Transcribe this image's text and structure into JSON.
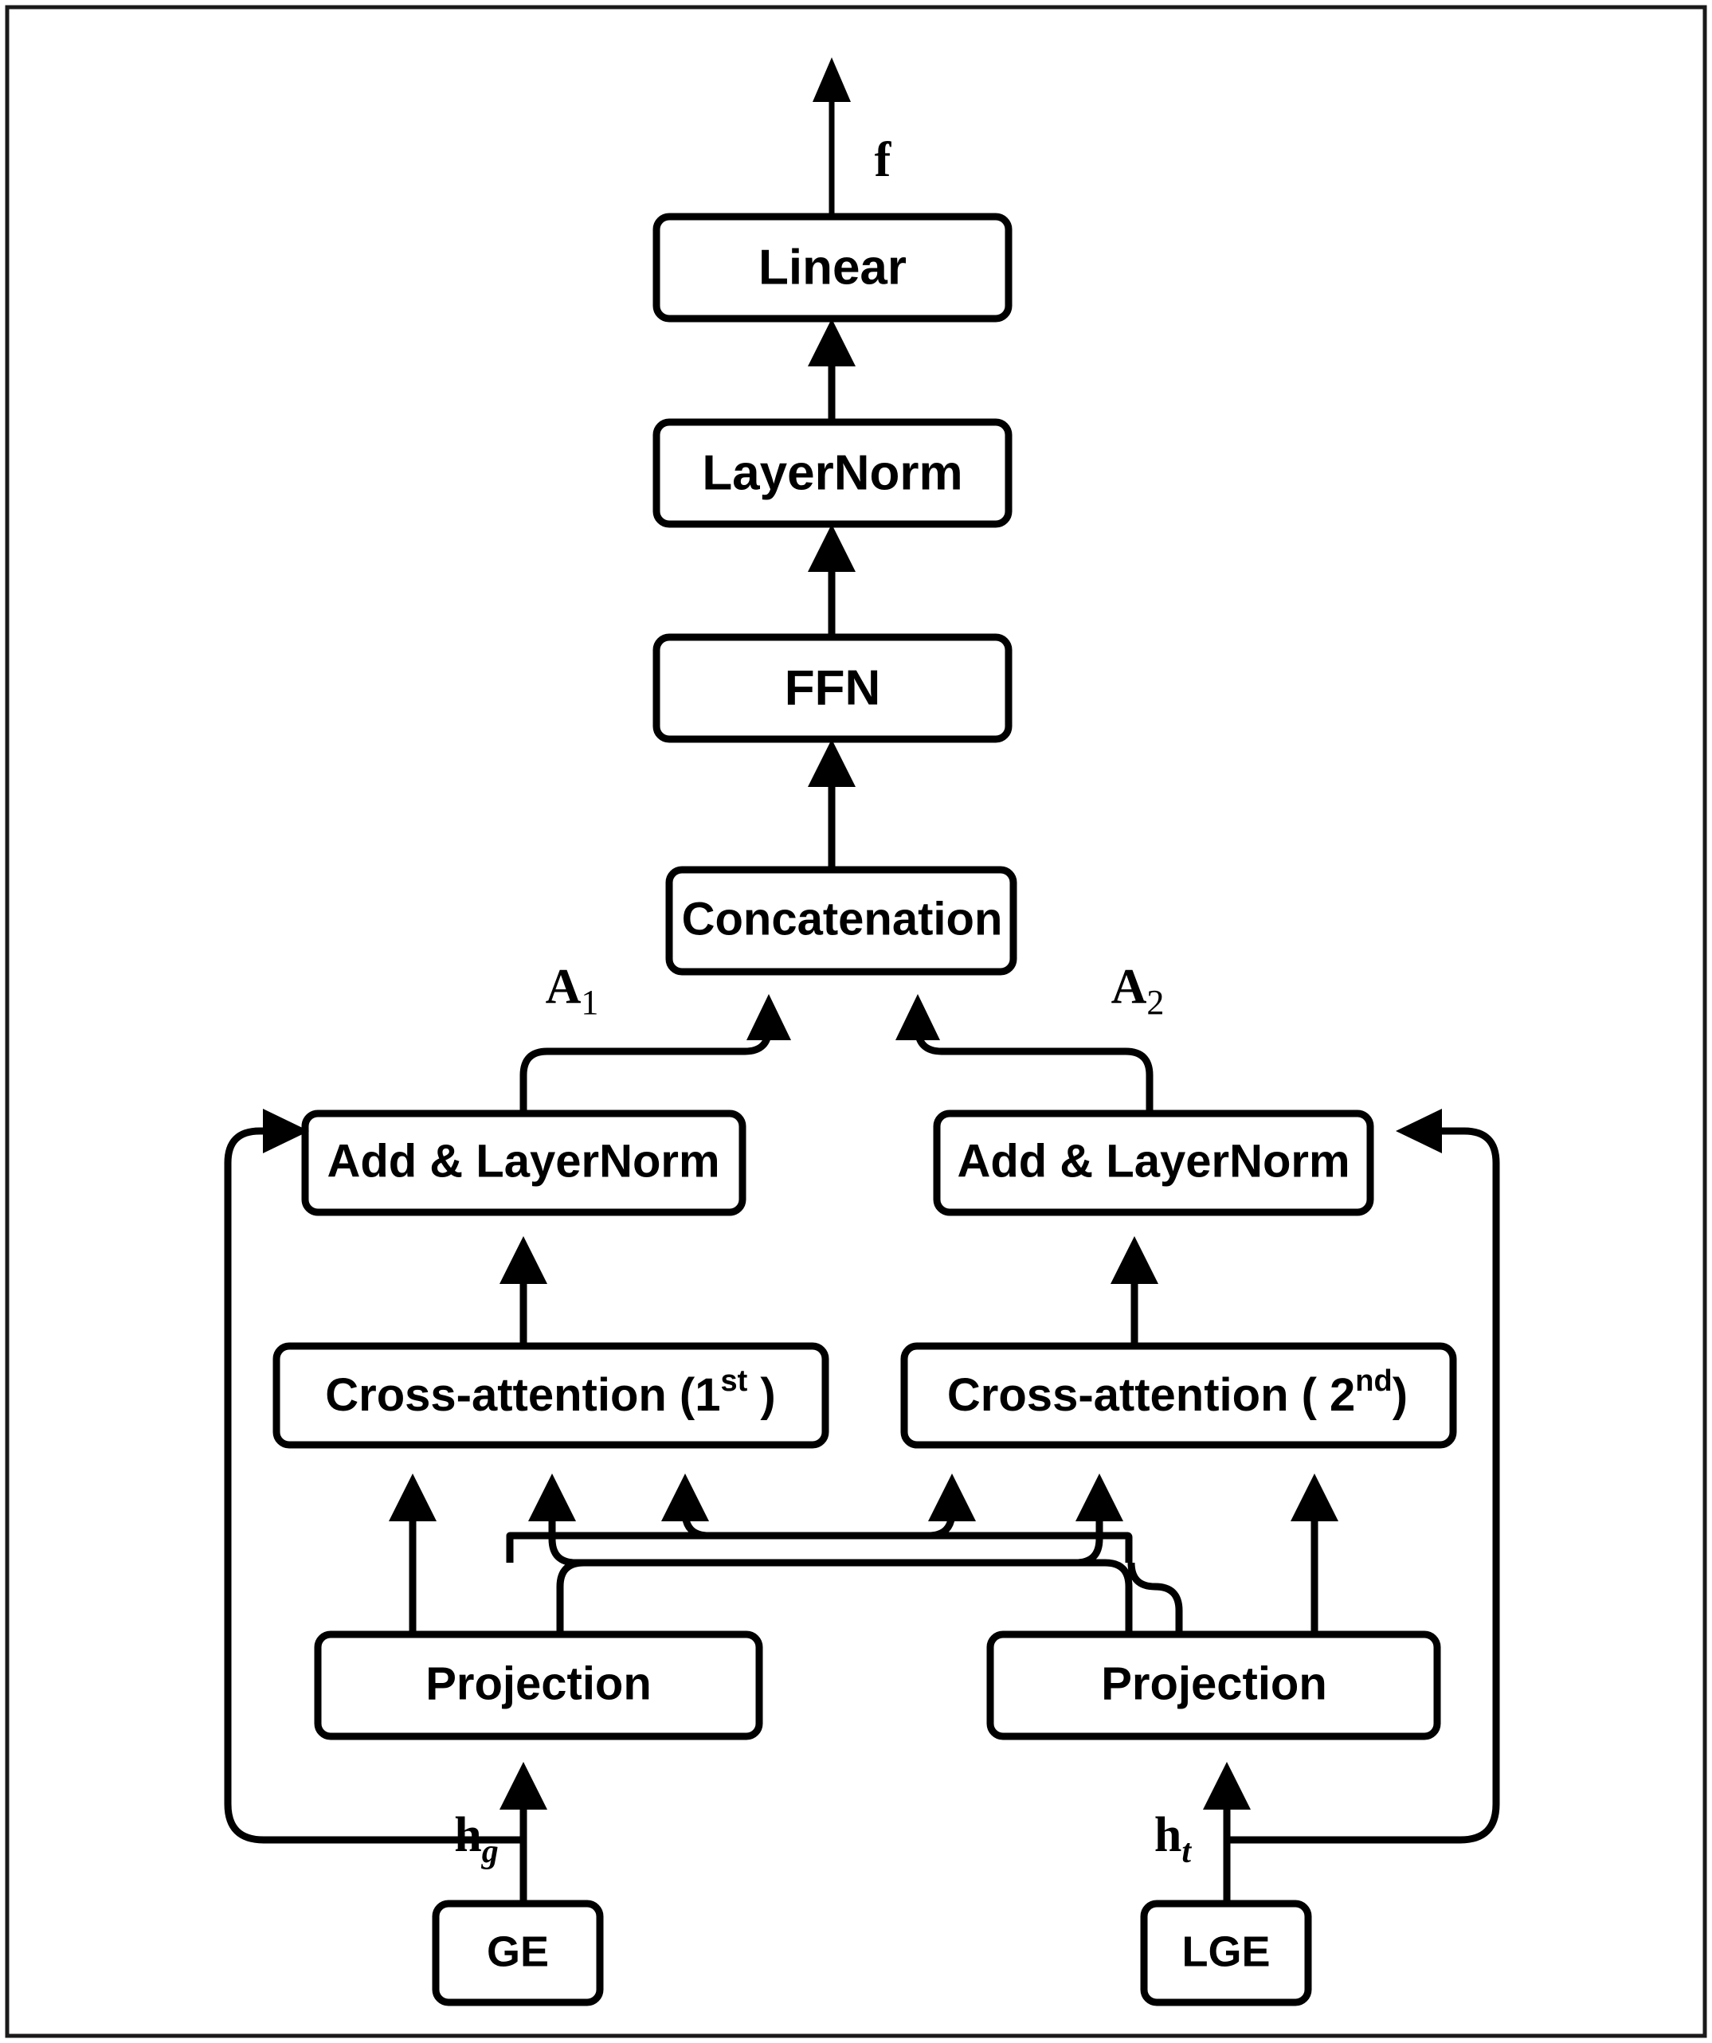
{
  "figure": {
    "title": "Cross-attention fusion module architecture",
    "background_color": "#ffffff",
    "frame_color": "#1a1a1a",
    "line_color": "#000000"
  },
  "nodes": {
    "linear": "Linear",
    "layernorm": "LayerNorm",
    "ffn": "FFN",
    "concatenation": "Concatenation",
    "add_layernorm_left": "Add & LayerNorm",
    "add_layernorm_right": "Add & LayerNorm",
    "cross_attention_left_main": "Cross-attention  (1",
    "cross_attention_left_sup": "st",
    "cross_attention_left_tail": " )",
    "cross_attention_right_main": "Cross-attention   ( 2",
    "cross_attention_right_sup": "nd",
    "cross_attention_right_tail": ")",
    "projection_left": "Projection",
    "projection_right": "Projection",
    "ge": "GE",
    "lge": "LGE"
  },
  "edge_labels": {
    "output_feature": "f",
    "attn_out_left_base": "A",
    "attn_out_left_sub": "1",
    "attn_out_right_base": "A",
    "attn_out_right_sub": "2",
    "input_left_base": "h",
    "input_left_sub": "g",
    "input_right_base": "h",
    "input_right_sub": "t"
  }
}
